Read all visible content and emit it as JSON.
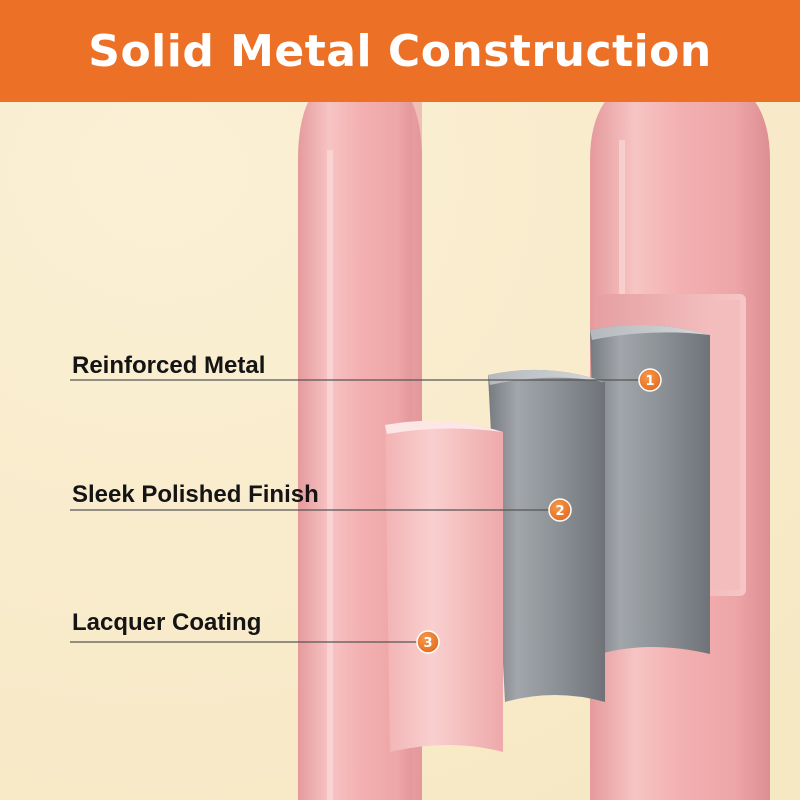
{
  "banner": {
    "title": "Solid Metal Construction"
  },
  "callouts": [
    {
      "number": "1",
      "label": "Reinforced Metal"
    },
    {
      "number": "2",
      "label": "Sleek Polished Finish"
    },
    {
      "number": "3",
      "label": "Lacquer Coating"
    }
  ],
  "colors": {
    "banner": "#ec7126",
    "background": "#fbf0d5",
    "tube_pink": "#f4b4b4",
    "metal_grey": "#8f9499",
    "marker": "#ec7126",
    "label_text": "#141414"
  }
}
